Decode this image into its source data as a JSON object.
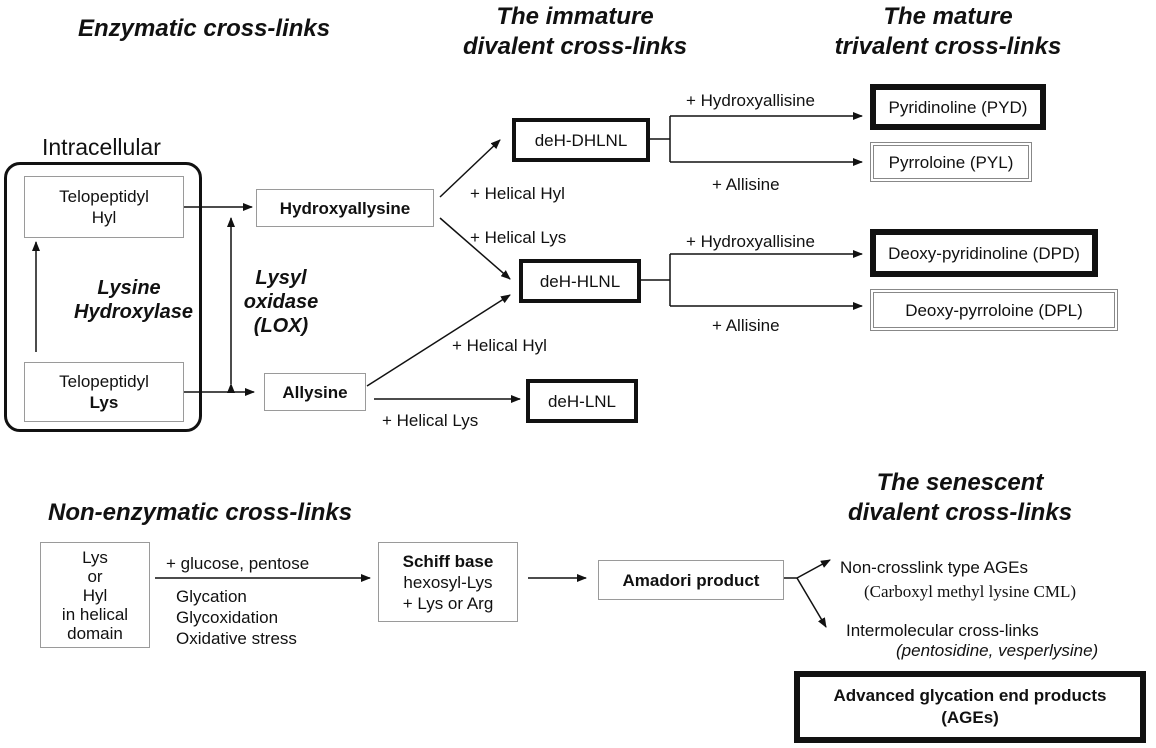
{
  "headers": {
    "enzymatic": "Enzymatic cross-links",
    "immature": [
      "The immature",
      "divalent cross-links"
    ],
    "mature": [
      "The mature",
      "trivalent cross-links"
    ],
    "nonenzymatic": "Non-enzymatic cross-links",
    "senescent": [
      "The senescent",
      "divalent cross-links"
    ]
  },
  "intracellular": {
    "title": "Intracellular",
    "tel_hyl": [
      "Telopeptidyl",
      "Hyl"
    ],
    "enzyme": [
      "Lysine",
      "Hydroxylase"
    ],
    "tel_lys": [
      "Telopeptidyl",
      "Lys"
    ]
  },
  "lox": [
    "Lysyl oxidase",
    "(LOX)"
  ],
  "nodes": {
    "hydroxyallysine": "Hydroxyallysine",
    "allysine": "Allysine",
    "dehdhlnl": "deH-DHLNL",
    "dehhlnl": "deH-HLNL",
    "dehlnl": "deH-LNL",
    "pyd": "Pyridinoline (PYD)",
    "pyl": "Pyrroloine (PYL)",
    "dpd": "Deoxy-pyridinoline (DPD)",
    "dpl": "Deoxy-pyrroloine (DPL)"
  },
  "edge_labels": {
    "helical_hyl_1": "+ Helical Hyl",
    "helical_lys_1": "+ Helical Lys",
    "helical_hyl_2": "+ Helical Hyl",
    "helical_lys_2": "+ Helical Lys",
    "hydroxyallisine_1": "+ Hydroxyallisine",
    "allisine_1": "+ Allisine",
    "hydroxyallisine_2": "+ Hydroxyallisine",
    "allisine_2": "+ Allisine"
  },
  "nonenz": {
    "start": [
      "Lys",
      "or",
      "Hyl",
      "in helical",
      "domain"
    ],
    "reagent": "+ glucose, pentose",
    "processes": [
      "Glycation",
      "Glycoxidation",
      "Oxidative stress"
    ],
    "schiff_title": "Schiff base",
    "schiff_lines": [
      "hexosyl-Lys",
      "+ Lys or Arg"
    ],
    "amadori": "Amadori product",
    "noncrosslink": "Non-crosslink type AGEs",
    "cml": "(Carboxyl methyl lysine CML)",
    "intermolecular": "Intermolecular cross-links",
    "examples": "(pentosidine, vesperlysine)",
    "ages": [
      "Advanced glycation end products",
      "(AGEs)"
    ]
  }
}
